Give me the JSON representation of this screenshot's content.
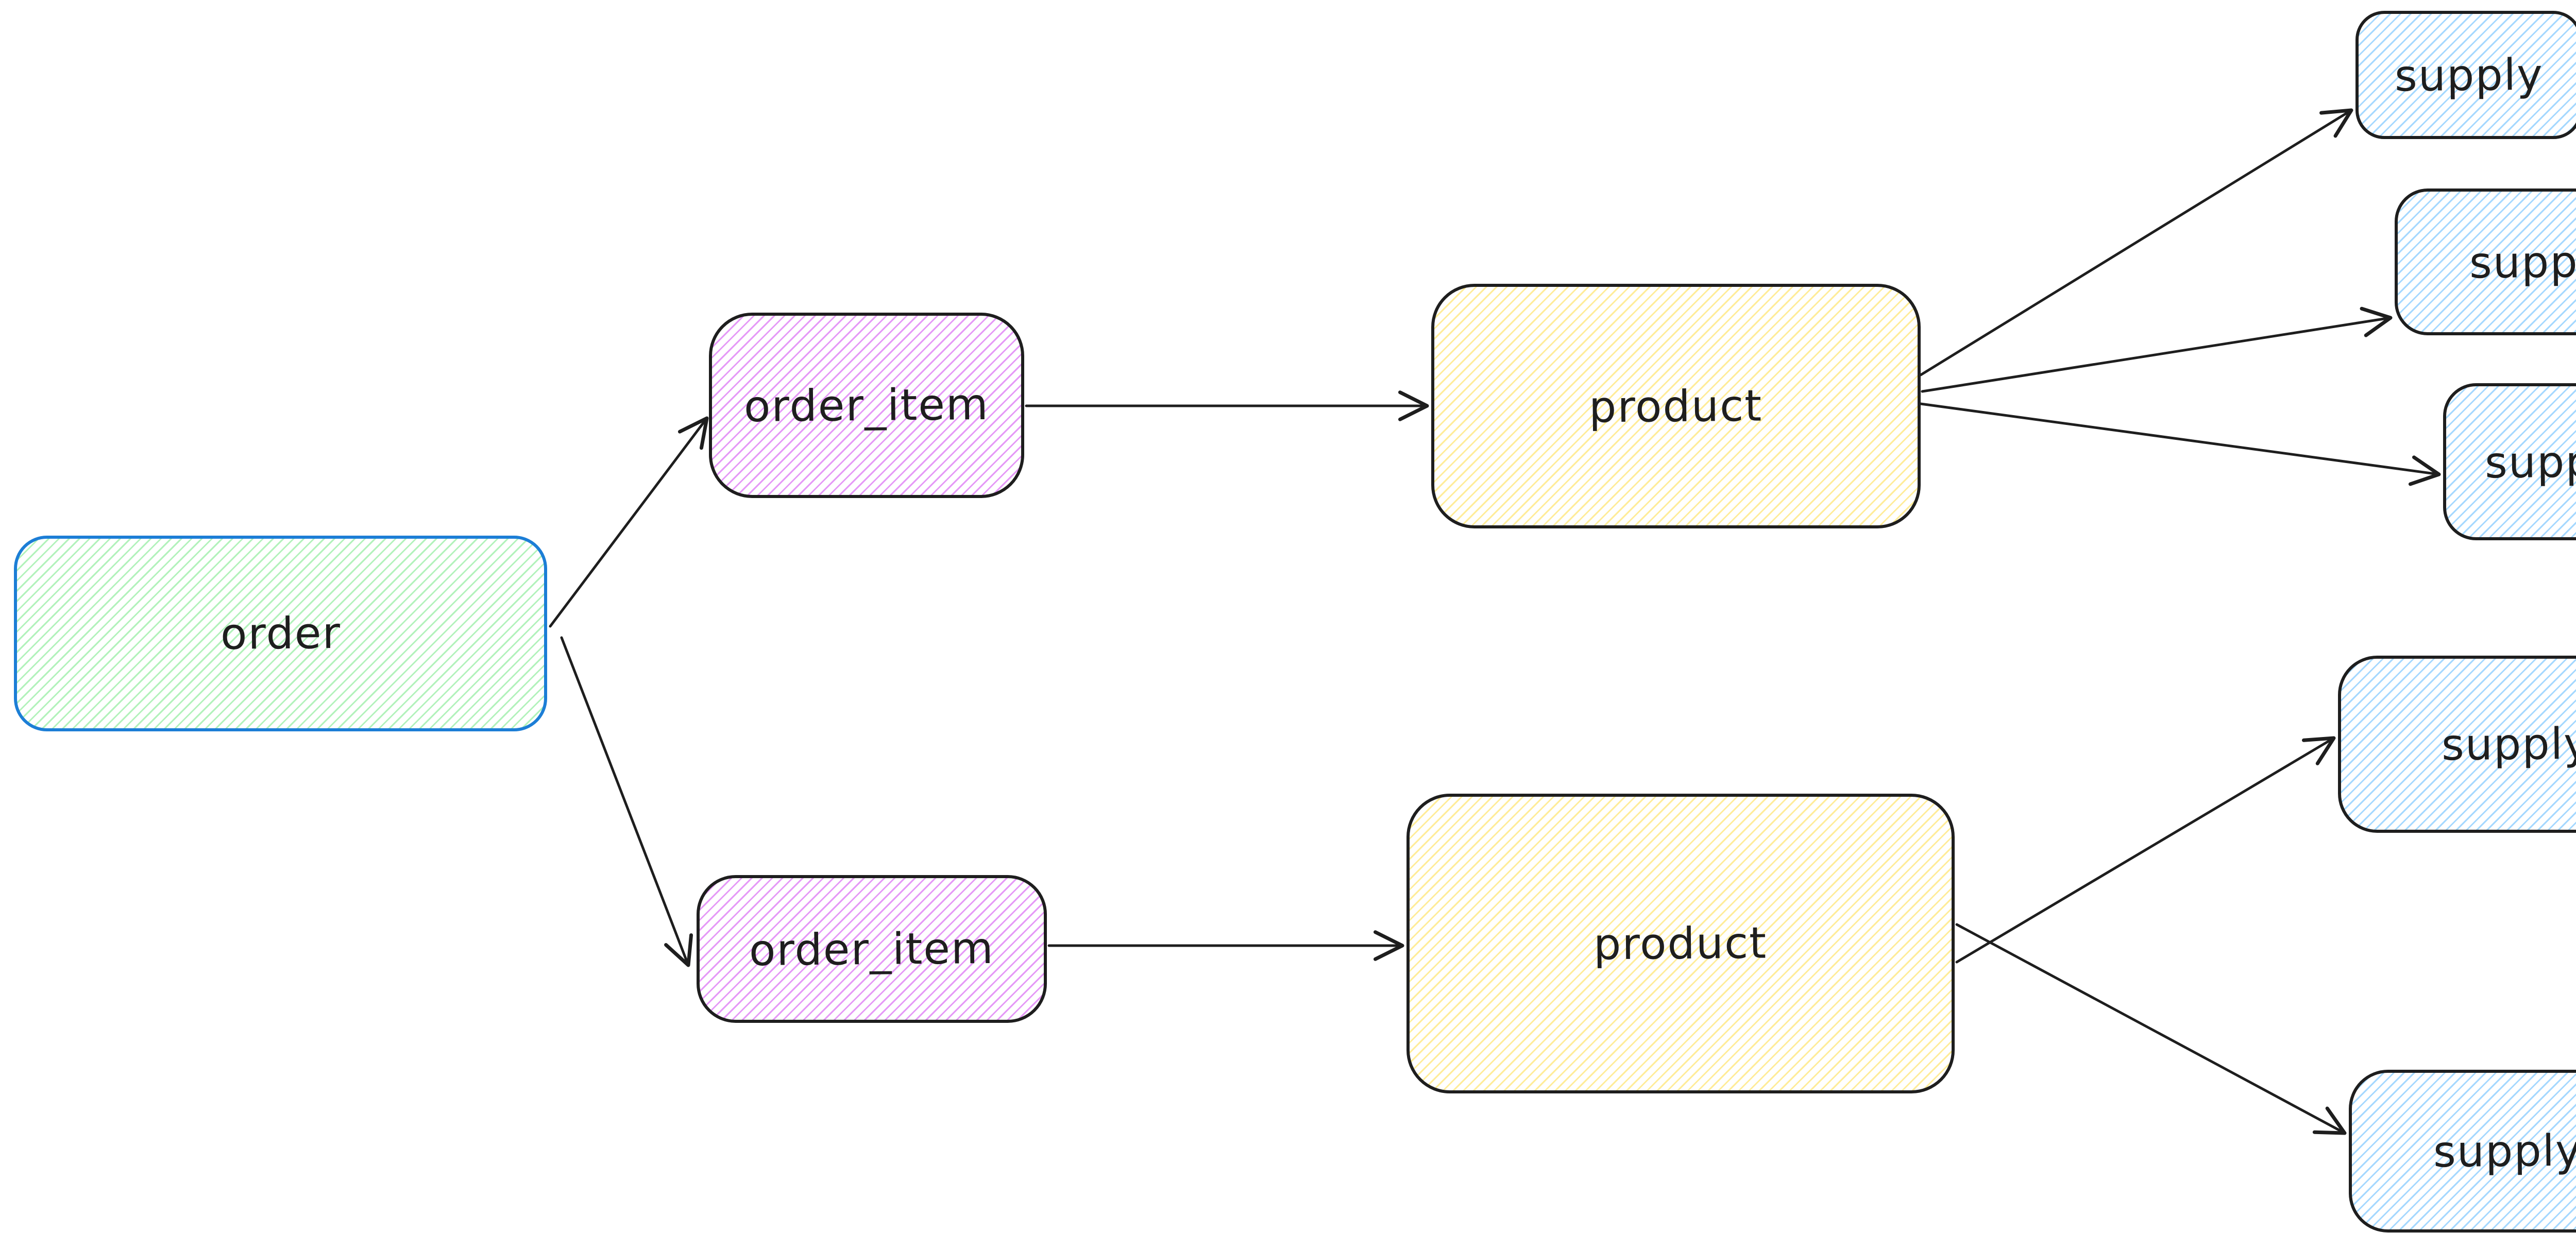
{
  "diagram": {
    "kind": "entity-flow-diagram",
    "background": "#ffffff"
  },
  "palette": {
    "green_fill": "#b2f2bb",
    "violet_fill": "#e599f7",
    "yellow_fill": "#ffec99",
    "blue_fill": "#a5d8ff",
    "dark_stroke": "#1e1e1e",
    "selected_blue_stroke": "#1c7ed6",
    "arrow_stroke": "#1e1e1e"
  },
  "nodes": [
    {
      "id": "order",
      "label": "order",
      "fill": "#b2f2bb",
      "stroke": "#1c7ed6"
    },
    {
      "id": "order_item_1",
      "label": "order_item",
      "fill": "#e599f7",
      "stroke": "#1e1e1e"
    },
    {
      "id": "product_1",
      "label": "product",
      "fill": "#ffec99",
      "stroke": "#1e1e1e"
    },
    {
      "id": "supply_1",
      "label": "supply",
      "fill": "#a5d8ff",
      "stroke": "#1e1e1e"
    },
    {
      "id": "supply_2",
      "label": "supply",
      "fill": "#a5d8ff",
      "stroke": "#1e1e1e"
    },
    {
      "id": "supply_3",
      "label": "supply",
      "fill": "#a5d8ff",
      "stroke": "#1e1e1e"
    },
    {
      "id": "order_item_2",
      "label": "order_item",
      "fill": "#e599f7",
      "stroke": "#1e1e1e"
    },
    {
      "id": "product_2",
      "label": "product",
      "fill": "#ffec99",
      "stroke": "#1e1e1e"
    },
    {
      "id": "supply_4",
      "label": "supply",
      "fill": "#a5d8ff",
      "stroke": "#1e1e1e"
    },
    {
      "id": "supply_5",
      "label": "supply",
      "fill": "#a5d8ff",
      "stroke": "#1e1e1e"
    }
  ],
  "edges": [
    {
      "from": "order",
      "to": "order_item_1"
    },
    {
      "from": "order",
      "to": "order_item_2"
    },
    {
      "from": "order_item_1",
      "to": "product_1"
    },
    {
      "from": "order_item_2",
      "to": "product_2"
    },
    {
      "from": "product_1",
      "to": "supply_1"
    },
    {
      "from": "product_1",
      "to": "supply_2"
    },
    {
      "from": "product_1",
      "to": "supply_3"
    },
    {
      "from": "product_2",
      "to": "supply_4"
    },
    {
      "from": "product_2",
      "to": "supply_5"
    }
  ]
}
